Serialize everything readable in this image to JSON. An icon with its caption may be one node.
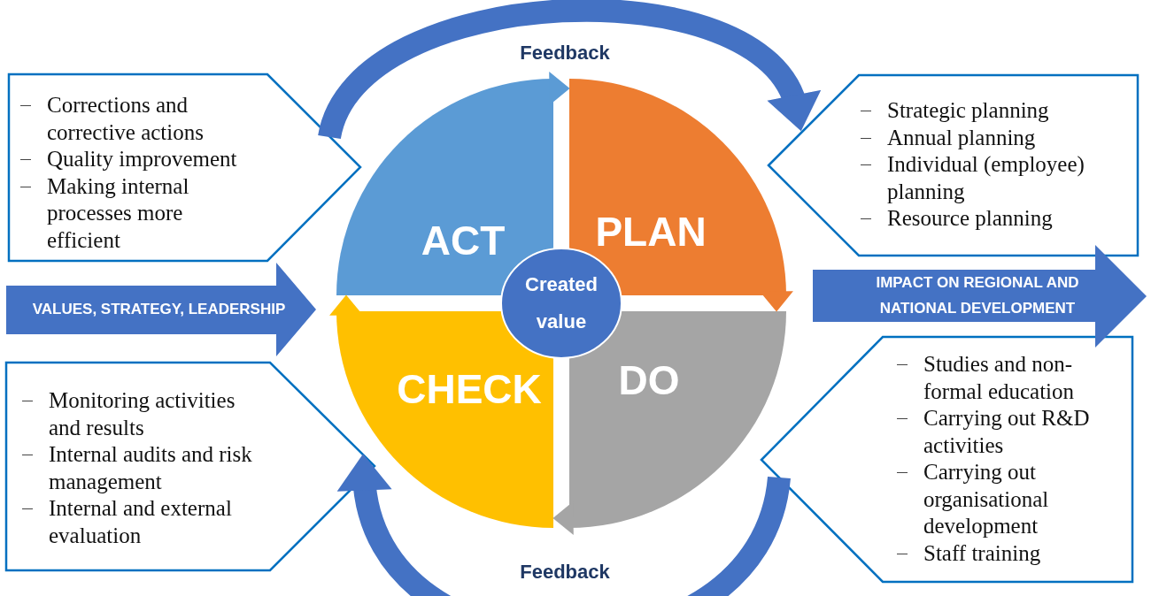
{
  "diagram": {
    "nodes": [
      {
        "text": [
          "ACT"
        ]
      },
      {
        "text": [
          "PLAN"
        ]
      },
      {
        "text": [
          "DO"
        ]
      },
      {
        "text": [
          "CHECK"
        ]
      },
      {
        "text": [
          "Created value"
        ]
      },
      {
        "text": [
          "Corrections and corrective actions",
          "Quality improvement",
          "Making internal processes more efficient"
        ]
      },
      {
        "text": [
          "Strategic planning",
          "Annual planning",
          "Individual (employee) planning",
          "Resource planning"
        ]
      },
      {
        "text": [
          "Monitoring activities and results",
          "Internal audits and risk management",
          "Internal and external evaluation"
        ]
      },
      {
        "text": [
          "Studies and non-formal education",
          "Carrying out R&D activities",
          "Carrying out organisational development",
          "Staff training"
        ]
      },
      {
        "text": [
          "VALUES, STRATEGY, LEADERSHIP"
        ]
      },
      {
        "text": [
          "IMPACT ON REGIONAL AND NATIONAL DEVELOPMENT"
        ]
      }
    ],
    "edges": [
      {
        "from": 0,
        "to": 1,
        "arrow": "to",
        "color": "#5b9bd5"
      },
      {
        "from": 1,
        "to": 2,
        "arrow": "to",
        "color": "#ed7d31"
      },
      {
        "from": 2,
        "to": 3,
        "arrow": "to",
        "color": "#a5a5a5"
      },
      {
        "from": 3,
        "to": 0,
        "arrow": "to",
        "color": "#ffc000"
      },
      {
        "from": 5,
        "to": 6,
        "arrow": "to",
        "label": "Feedback",
        "style": "thick",
        "color": "#4472c4"
      },
      {
        "from": 8,
        "to": 7,
        "arrow": "to",
        "label": "Feedback",
        "style": "thick",
        "color": "#4472c4"
      }
    ]
  }
}
